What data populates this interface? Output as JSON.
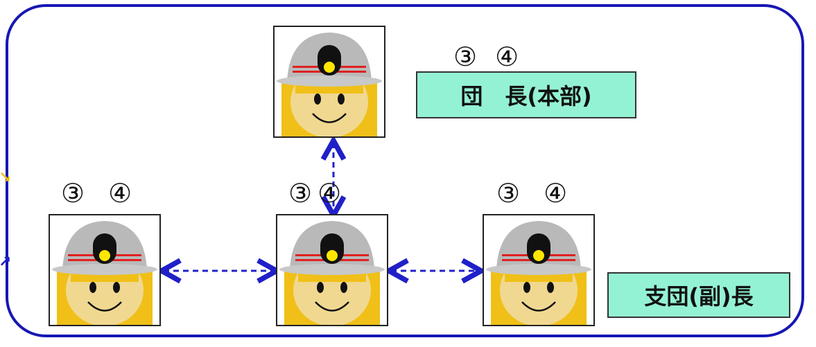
{
  "colors": {
    "frame": "#1717b4",
    "connector": "#2020c8",
    "label_fill": "#94f2d4",
    "helmet": "#b9b9b9",
    "helmet_band": "#e02020",
    "lamp": "#ffe600",
    "face": "#f0d890",
    "hair": "#f0c018"
  },
  "icons": {
    "avatar": "firefighter-helmet-avatar",
    "connector": "double-headed-dashed-arrow"
  },
  "head": {
    "marks_a": "③",
    "marks_b": "④",
    "label": "団　長(本部)"
  },
  "members": [
    {
      "marks_a": "③",
      "marks_b": "④"
    },
    {
      "marks_a": "③",
      "marks_b": "④"
    },
    {
      "marks_a": "③",
      "marks_b": "④"
    }
  ],
  "member_label": "支団(副)長"
}
